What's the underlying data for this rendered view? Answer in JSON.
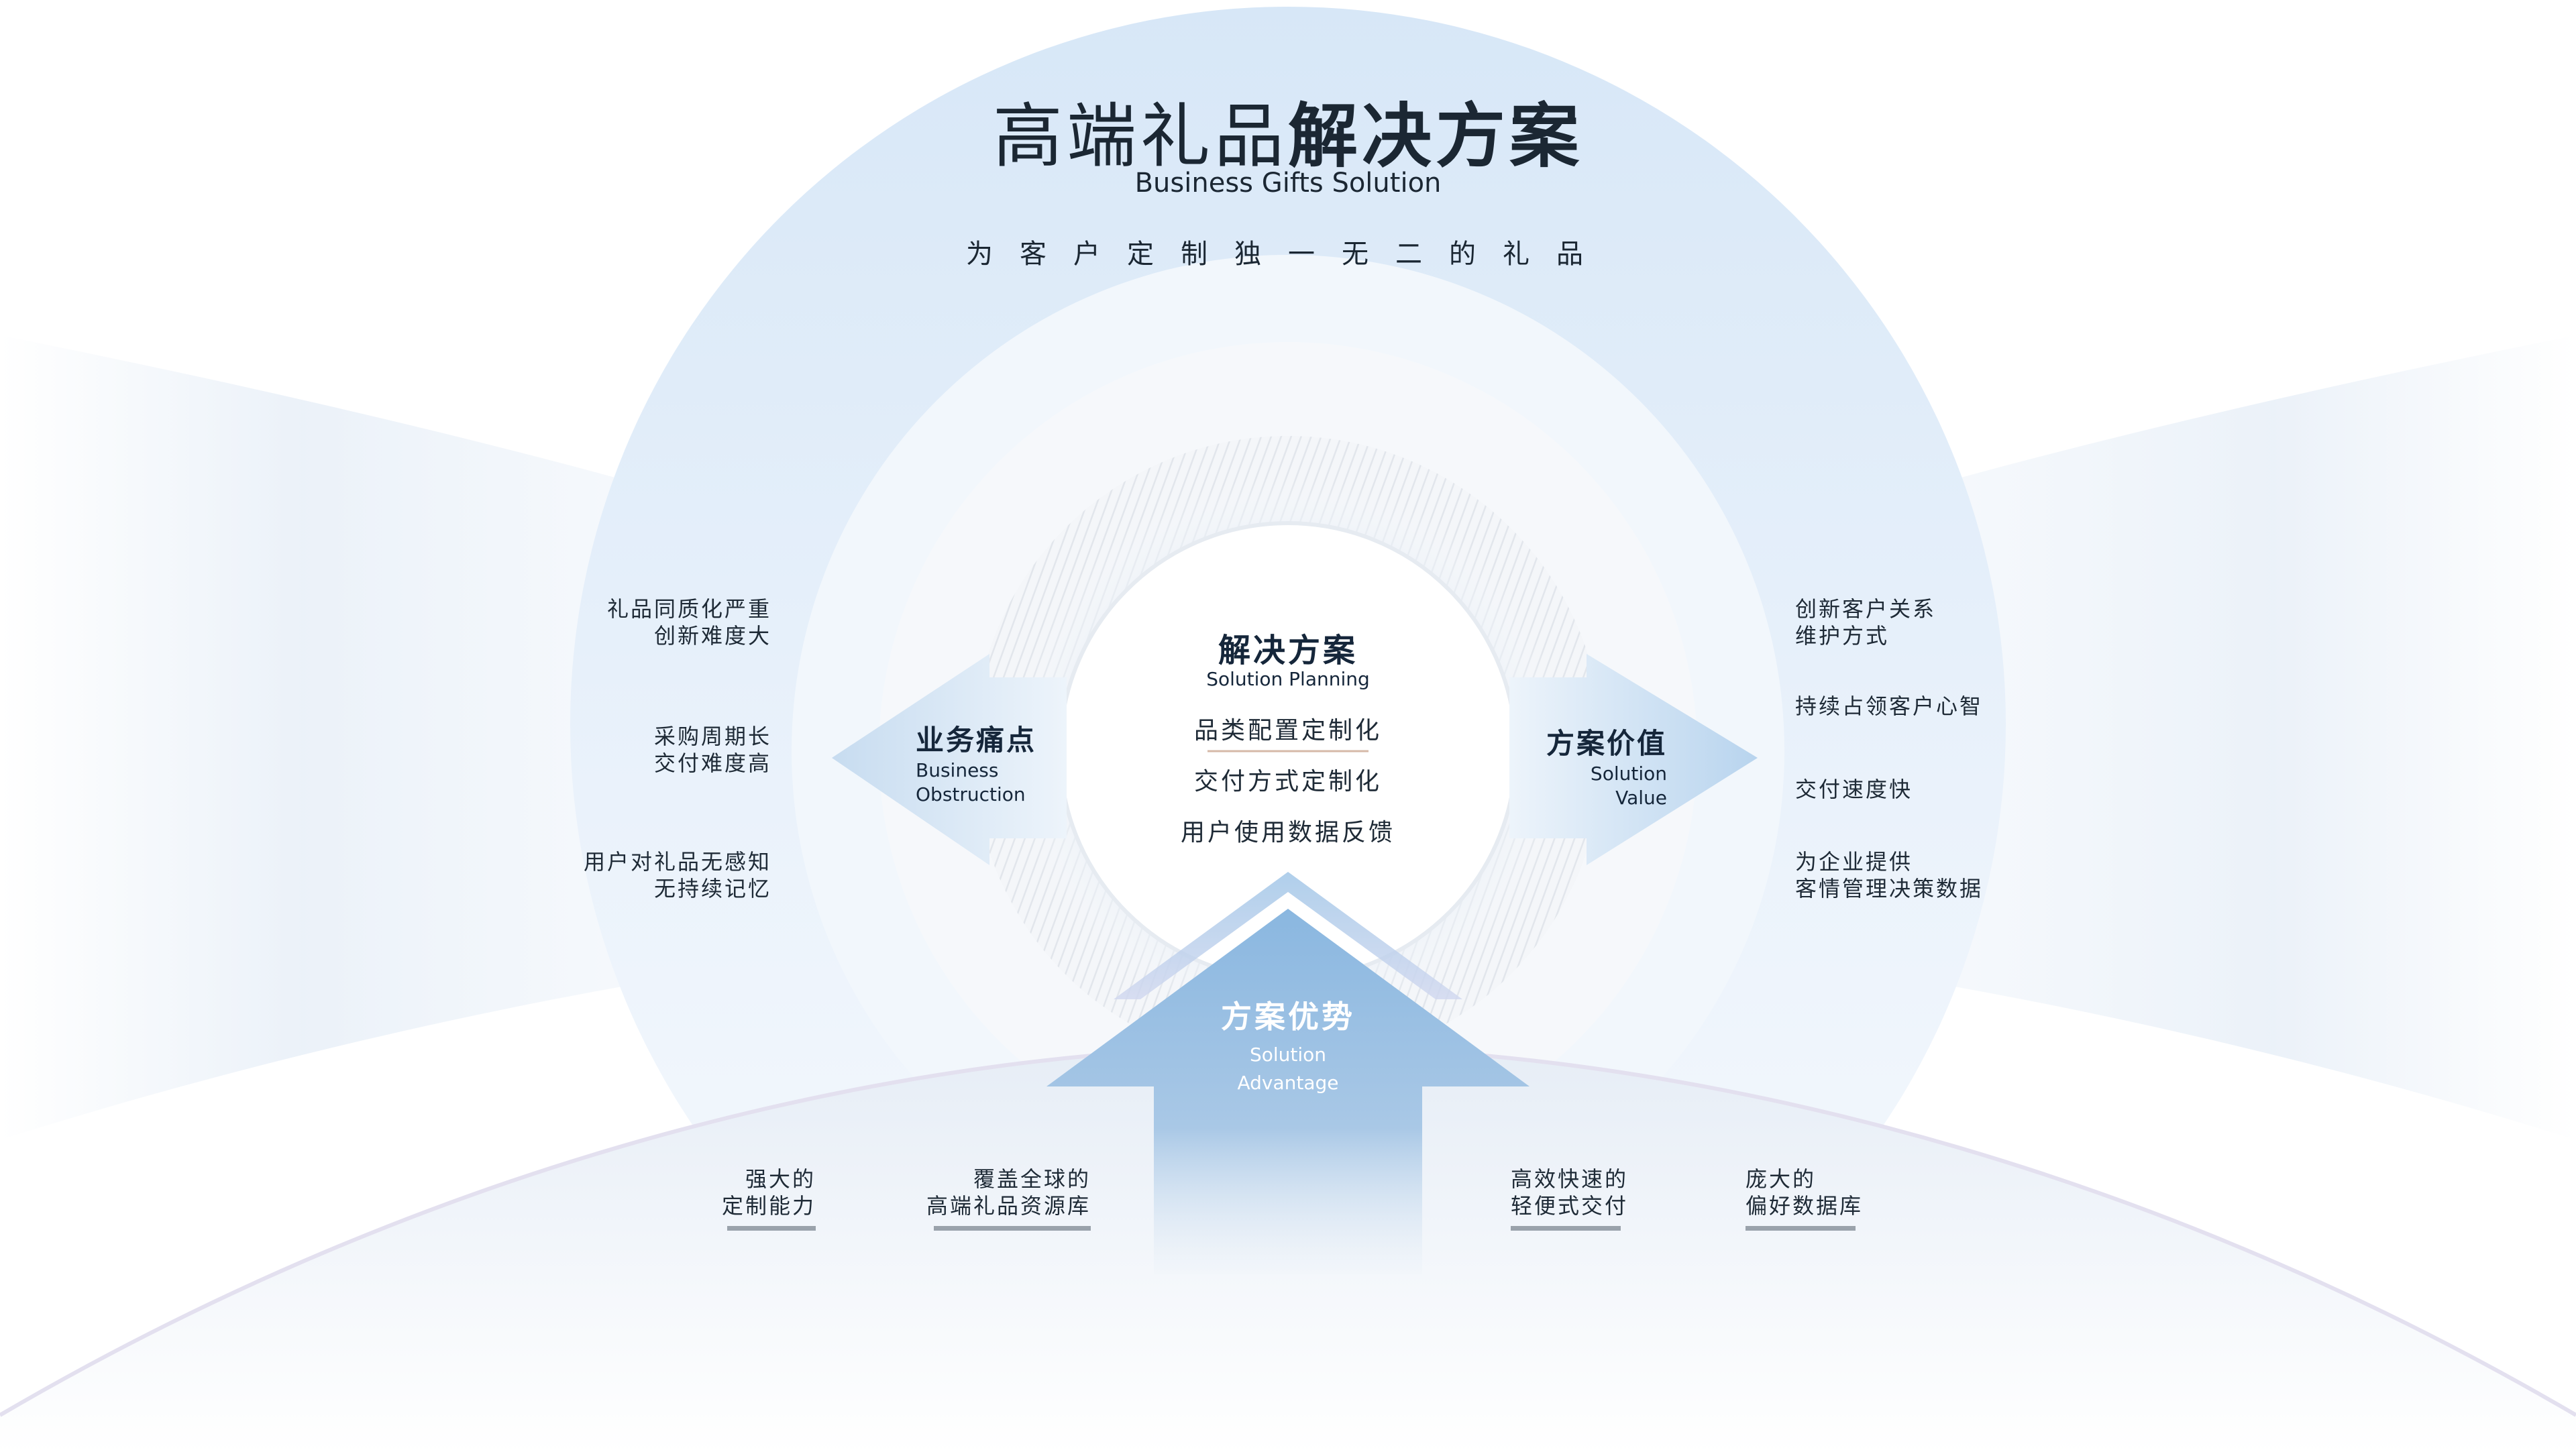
{
  "header": {
    "title_light": "高端礼品",
    "title_bold": "解决方案",
    "subtitle": "Business Gifts Solution",
    "tagline": "为客户定制独一无二的礼品"
  },
  "left": {
    "label_zh": "业务痛点",
    "label_en_1": "Business",
    "label_en_2": "Obstruction",
    "items": [
      {
        "line1": "礼品同质化严重",
        "line2": "创新难度大"
      },
      {
        "line1": "采购周期长",
        "line2": "交付难度高"
      },
      {
        "line1": "用户对礼品无感知",
        "line2": "无持续记忆"
      }
    ]
  },
  "center": {
    "title": "解决方案",
    "subtitle": "Solution Planning",
    "items": [
      "品类配置定制化",
      "交付方式定制化",
      "用户使用数据反馈"
    ]
  },
  "right": {
    "label_zh": "方案价值",
    "label_en_1": "Solution",
    "label_en_2": "Value",
    "items": [
      {
        "line1": "创新客户关系",
        "line2": "维护方式"
      },
      {
        "line1": "持续占领客户心智",
        "line2": ""
      },
      {
        "line1": "交付速度快",
        "line2": ""
      },
      {
        "line1": "为企业提供",
        "line2": "客情管理决策数据"
      }
    ]
  },
  "bottom": {
    "label_zh": "方案优势",
    "label_en_1": "Solution",
    "label_en_2": "Advantage",
    "items": [
      {
        "line1": "强大的",
        "line2": "定制能力"
      },
      {
        "line1": "覆盖全球的",
        "line2": "高端礼品资源库"
      },
      {
        "line1": "高效快速的",
        "line2": "轻便式交付"
      },
      {
        "line1": "庞大的",
        "line2": "偏好数据库"
      }
    ]
  },
  "colors": {
    "accent_blue": "#8fbde3",
    "light_blue": "#dbe9f7",
    "text_dark": "#15263a",
    "bar_gray": "#9aa2ab"
  }
}
